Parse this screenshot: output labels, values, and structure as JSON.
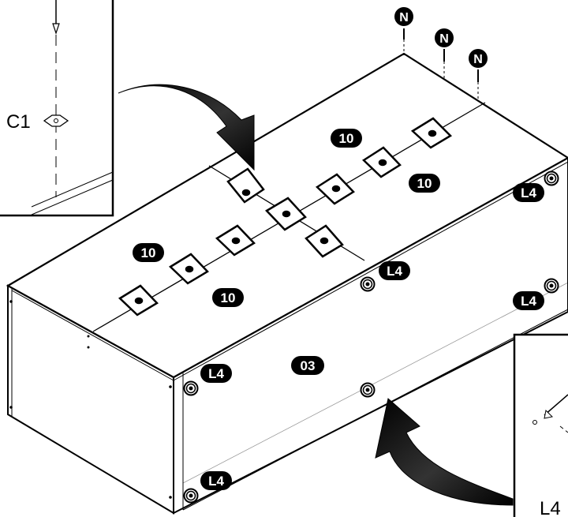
{
  "diagram": {
    "nail_label": "N",
    "panel_top": "10",
    "panel_front": "03",
    "cam_label": "L4",
    "detail_top_left": {
      "label": "C1"
    },
    "detail_bottom_right": {
      "label": "L4"
    }
  },
  "colors": {
    "ink": "#000000",
    "paper": "#ffffff",
    "panel_shade": "#f6f6f6"
  },
  "icons": [
    "nail-icon",
    "cam-lock-icon",
    "curved-arrow-icon",
    "dowel-slot-icon"
  ]
}
